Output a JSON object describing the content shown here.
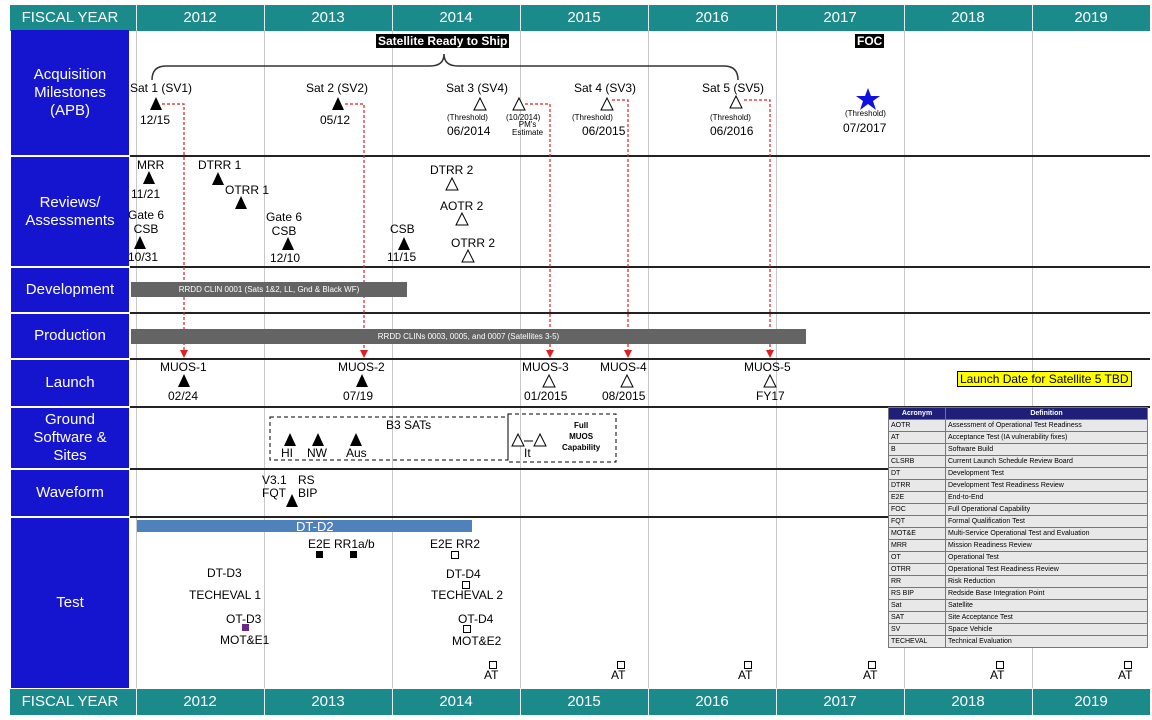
{
  "header": {
    "fy_label": "FISCAL YEAR",
    "years": [
      "2012",
      "2013",
      "2014",
      "2015",
      "2016",
      "2017",
      "2018",
      "2019"
    ]
  },
  "rows": {
    "acquisition": "Acquisition\nMilestones\n(APB)",
    "reviews": "Reviews/\nAssessments",
    "development": "Development",
    "production": "Production",
    "launch": "Launch",
    "ground": "Ground\nSoftware &\nSites",
    "waveform": "Waveform",
    "test": "Test"
  },
  "acquisition": {
    "ready_to_ship": "Satellite Ready to Ship",
    "foc": "FOC",
    "sat1": {
      "name": "Sat 1 (SV1)",
      "date": "12/15"
    },
    "sat2": {
      "name": "Sat 2 (SV2)",
      "date": "05/12"
    },
    "sat3": {
      "name": "Sat 3 (SV4)",
      "threshold": "(Threshold)",
      "date": "06/2014",
      "est": "(10/2014)",
      "est_note": "PM's\nEstimate"
    },
    "sat4": {
      "name": "Sat 4 (SV3)",
      "threshold": "(Threshold)",
      "date": "06/2015"
    },
    "sat5": {
      "name": "Sat 5 (SV5)",
      "threshold": "(Threshold)",
      "date": "06/2016"
    },
    "foc_threshold": "(Threshold)",
    "foc_date": "07/2017"
  },
  "reviews": {
    "mrr": "MRR",
    "mrr_date": "11/21",
    "dtrr1": "DTRR 1",
    "otrr1": "OTRR 1",
    "gate6a": "Gate 6\nCSB",
    "gate6a_date": "10/31",
    "gate6b": "Gate 6\nCSB",
    "gate6b_date": "12/10",
    "csb": "CSB",
    "csb_date": "11/15",
    "dtrr2": "DTRR 2",
    "aotr2": "AOTR 2",
    "otrr2": "OTRR 2"
  },
  "development": {
    "bar": "RRDD CLIN 0001 (Sats 1&2, LL, Gnd  & Black WF)"
  },
  "production": {
    "bar": "RRDD CLINs 0003, 0005, and 0007 (Satellites 3-5)"
  },
  "launch": {
    "m1": "MUOS-1",
    "m1_date": "02/24",
    "m2": "MUOS-2",
    "m2_date": "07/19",
    "m3": "MUOS-3",
    "m3_date": "01/2015",
    "m4": "MUOS-4",
    "m4_date": "08/2015",
    "m5": "MUOS-5",
    "m5_date": "FY17",
    "note": "Launch Date for Satellite 5 TBD"
  },
  "ground": {
    "b3": "B3 SATs",
    "hi": "HI",
    "nw": "NW",
    "aus": "Aus",
    "it": "It",
    "full": "Full\nMUOS\nCapability"
  },
  "waveform": {
    "v31": "V3.1\nFQT",
    "rs": "RS\nBIP"
  },
  "test": {
    "dtd2": "DT-D2",
    "e2e1": "E2E RR1a/b",
    "e2e2": "E2E RR2",
    "dtd3": "DT-D3",
    "techeval1": "TECHEVAL 1",
    "otd3": "OT-D3",
    "mote1": "MOT&E1",
    "dtd4": "DT-D4",
    "techeval2": "TECHEVAL 2",
    "otd4": "OT-D4",
    "mote2": "MOT&E2",
    "at": "AT"
  },
  "acronyms": {
    "head": [
      "Acronym",
      "Definition"
    ],
    "items": [
      [
        "AOTR",
        "Assessment of Operational Test  Readiness"
      ],
      [
        "AT",
        "Acceptance Test (IA vulnerability fixes)"
      ],
      [
        "B",
        "Software Build"
      ],
      [
        "CLSRB",
        "Current Launch Schedule Review Board"
      ],
      [
        "DT",
        "Development Test"
      ],
      [
        "DTRR",
        "Development Test Readiness Review"
      ],
      [
        "E2E",
        "End-to-End"
      ],
      [
        "FOC",
        "Full Operational Capability"
      ],
      [
        "FQT",
        "Formal Qualification Test"
      ],
      [
        "MOT&E",
        "Multi-Service Operational Test and Evaluation"
      ],
      [
        "MRR",
        "Mission Readiness Review"
      ],
      [
        "OT",
        "Operational Test"
      ],
      [
        "OTRR",
        "Operational Test Readiness Review"
      ],
      [
        "RR",
        "Risk Reduction"
      ],
      [
        "RS BIP",
        "Redside Base Integration Point"
      ],
      [
        "Sat",
        "Satellite"
      ],
      [
        "SAT",
        "Site Acceptance Test"
      ],
      [
        "SV",
        "Space Vehicle"
      ],
      [
        "TECHEVAL",
        "Technical Evaluation"
      ]
    ]
  },
  "colors": {
    "teal": "#1a8a8a",
    "row_blue": "#1515d0",
    "bar_gray": "#646464",
    "dt_blue": "#4f81bd",
    "red": "#e02020",
    "star": "#1010e0",
    "note_bg": "#ffff00"
  }
}
